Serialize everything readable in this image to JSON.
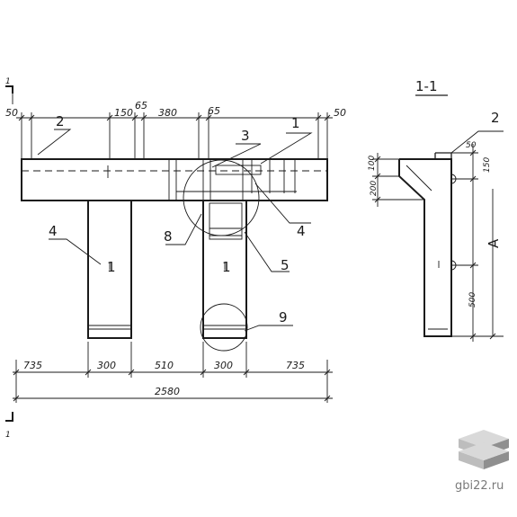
{
  "section": {
    "marker": "1",
    "title": "1-1"
  },
  "dims": {
    "top_left_50": "50",
    "top_150": "150",
    "top_65_a": "65",
    "top_380": "380",
    "top_65_b": "65",
    "top_right_50": "50",
    "bottom_735_left": "735",
    "bottom_300_left": "300",
    "bottom_510": "510",
    "bottom_300_right": "300",
    "bottom_735_right": "735",
    "total_2580": "2580",
    "sec_100": "100",
    "sec_200": "200",
    "sec_50": "50",
    "sec_150": "150",
    "sec_A": "A",
    "sec_500": "500"
  },
  "marks": {
    "m1_top": "1",
    "m2_left": "2",
    "m3": "3",
    "m4_left": "4",
    "m4_right": "4",
    "m5": "5",
    "m8": "8",
    "m9": "9",
    "m1_leg_left": "1",
    "m1_leg_right": "1",
    "m2_section": "2"
  },
  "watermark": {
    "text": "gbi22.ru",
    "colors": [
      "#d9d9d9",
      "#bdbdbd",
      "#8f8f8f"
    ]
  }
}
